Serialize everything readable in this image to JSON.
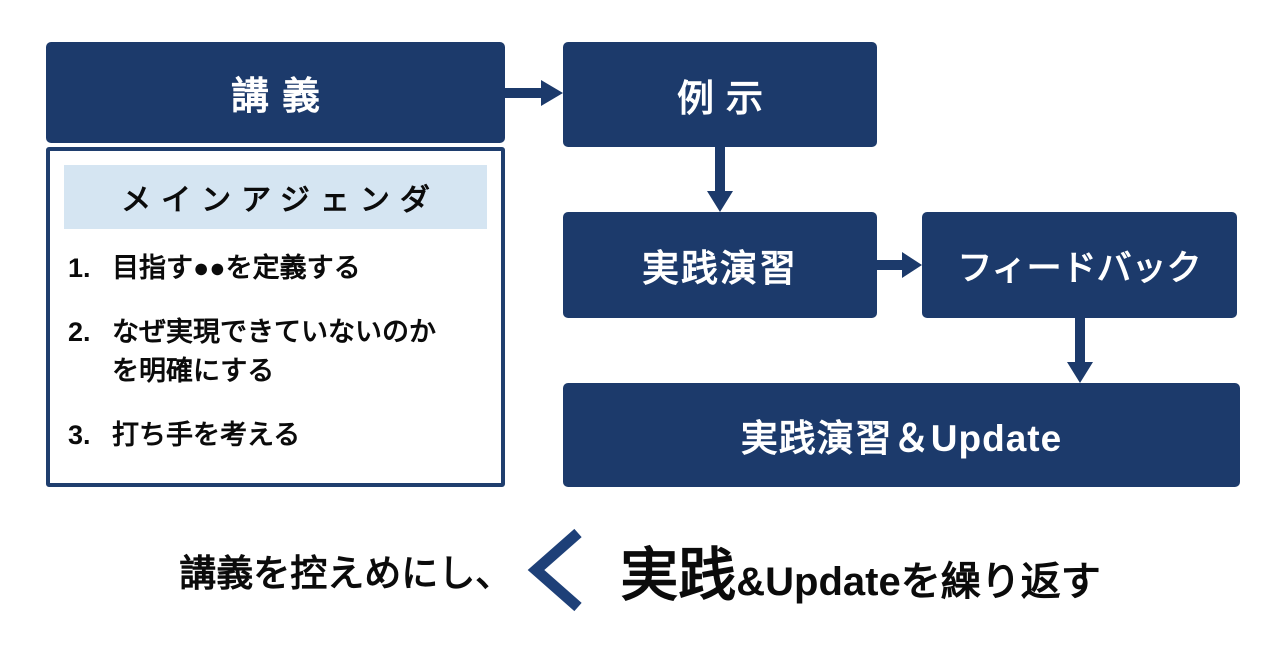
{
  "colors": {
    "navy_box": "#1C3A6B",
    "navy_border": "#1F3E6E",
    "arrow_navy": "#1C3A6B",
    "chevron_navy": "#1E4078",
    "agenda_header_bg": "#D5E5F2",
    "text_black": "#0b0b0b",
    "text_white": "#FFFFFF",
    "background": "#FFFFFF"
  },
  "flow": {
    "lecture_label": "講義",
    "example_label": "例示",
    "practice_label": "実践演習",
    "feedback_label": "フィードバック",
    "practice_update_label": "実践演習＆Update",
    "agenda": {
      "header": "メインアジェンダ",
      "items": [
        {
          "num": "1.",
          "lines": [
            "目指す●●を定義する"
          ]
        },
        {
          "num": "2.",
          "lines": [
            "なぜ実現できていないのか",
            "を明確にする"
          ]
        },
        {
          "num": "3.",
          "lines": [
            "打ち手を考える"
          ]
        }
      ]
    }
  },
  "caption": {
    "left_phrase": "講義を控えめにし、",
    "comparator": "<",
    "right_big": "実践",
    "right_mid": "&Update",
    "right_tail": "を繰り返す"
  }
}
